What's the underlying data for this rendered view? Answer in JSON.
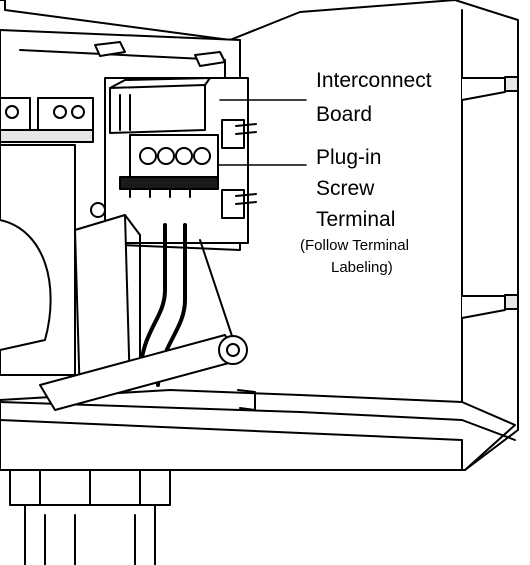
{
  "callouts": {
    "interconnect_board": {
      "line1": "Interconnect",
      "line2": "Board"
    },
    "plug_in_screw_terminal": {
      "line1": "Plug-in",
      "line2": "Screw",
      "line3": "Terminal",
      "note_line1": "(Follow Terminal",
      "note_line2": "Labeling)"
    }
  },
  "colors": {
    "line": "#000000",
    "fill": "#ffffff",
    "shade": "#e6e6e6",
    "dark": "#1a1a1a"
  }
}
